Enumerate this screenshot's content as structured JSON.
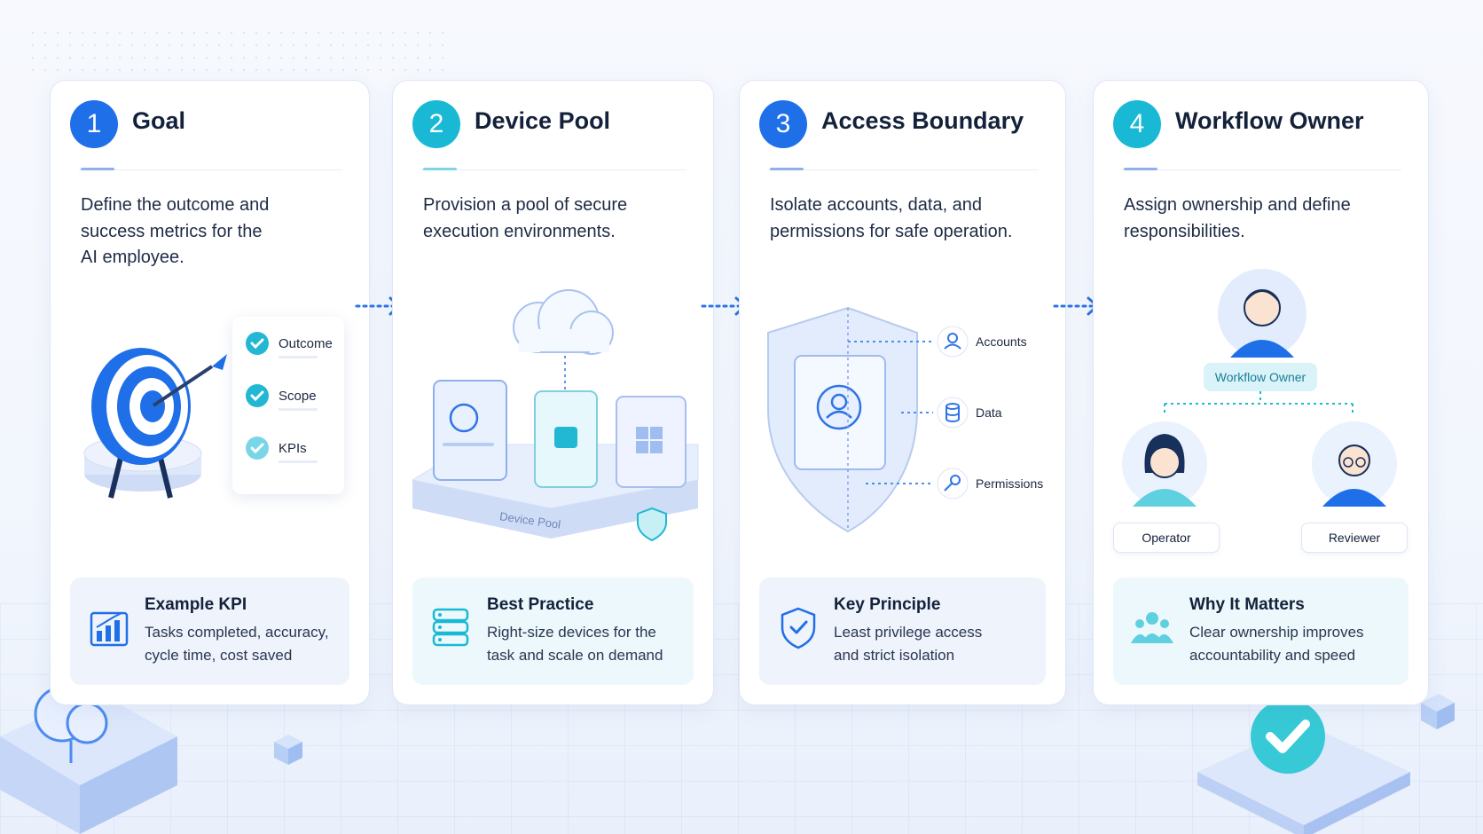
{
  "colors": {
    "blue": "#1f6fe8",
    "teal": "#19b9d6",
    "card_border": "#dfe6f5"
  },
  "steps": [
    {
      "number": "1",
      "title": "Goal",
      "description": [
        "Define the outcome and",
        "success metrics for the",
        "AI employee."
      ],
      "checklist": [
        "Outcome",
        "Scope",
        "KPIs"
      ],
      "panel": {
        "icon": "bar-chart-icon",
        "title": "Example KPI",
        "lines": [
          "Tasks completed, accuracy,",
          "cycle time, cost saved"
        ]
      }
    },
    {
      "number": "2",
      "title": "Device Pool",
      "description": [
        "Provision a pool of secure",
        "execution environments."
      ],
      "platform_label": "Device Pool",
      "panel": {
        "icon": "server-stack-icon",
        "title": "Best Practice",
        "lines": [
          "Right-size devices for the",
          "task and scale on demand"
        ]
      }
    },
    {
      "number": "3",
      "title": "Access Boundary",
      "description": [
        "Isolate accounts, data, and",
        "permissions for safe operation."
      ],
      "resources": [
        "Accounts",
        "Data",
        "Permissions"
      ],
      "panel": {
        "icon": "shield-check-icon",
        "title": "Key Principle",
        "lines": [
          "Least privilege access",
          "and strict isolation"
        ]
      }
    },
    {
      "number": "4",
      "title": "Workflow Owner",
      "description": [
        "Assign ownership and define",
        "responsibilities."
      ],
      "org": {
        "owner": "Workflow Owner",
        "roles": [
          "Operator",
          "Reviewer"
        ]
      },
      "panel": {
        "icon": "team-icon",
        "title": "Why It Matters",
        "lines": [
          "Clear ownership improves",
          "accountability and speed"
        ]
      }
    }
  ]
}
